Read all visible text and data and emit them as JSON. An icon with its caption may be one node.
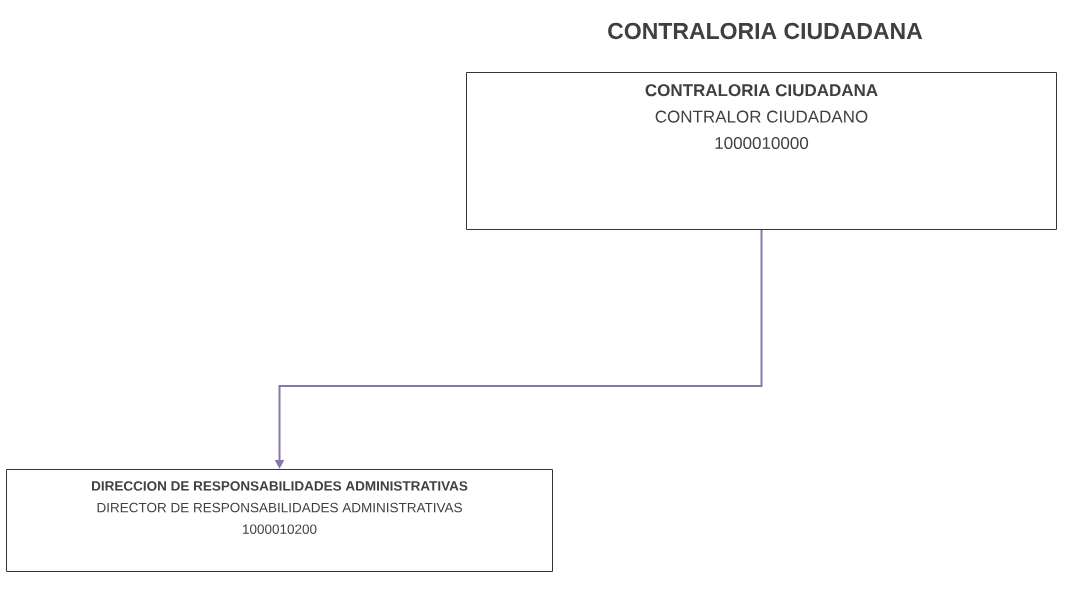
{
  "diagram": {
    "title": "CONTRALORIA CIUDADANA",
    "nodes": [
      {
        "text": [
          "CONTRALORIA CIUDADANA",
          "CONTRALOR CIUDADANO",
          "1000010000"
        ]
      },
      {
        "text": [
          "DIRECCION DE RESPONSABILIDADES ADMINISTRATIVAS",
          "DIRECTOR DE RESPONSABILIDADES ADMINISTRATIVAS",
          "1000010200"
        ]
      }
    ],
    "edges": [
      {
        "from": 0,
        "to": 1,
        "arrow": "to"
      }
    ]
  }
}
